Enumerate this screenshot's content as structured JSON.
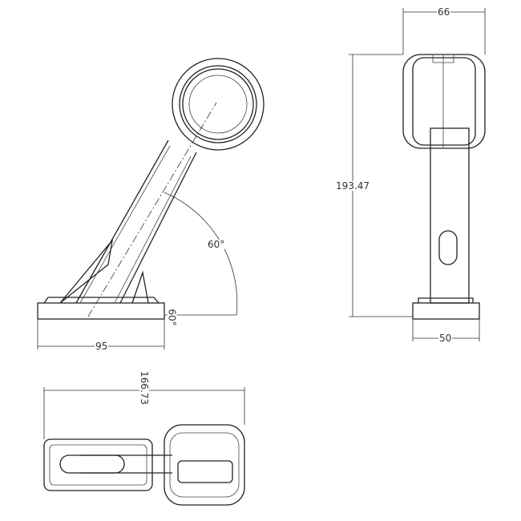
{
  "dimensions": {
    "width_top": "66",
    "height_total": "193.47",
    "angle_arm": "60°",
    "angle_base": "60°",
    "base_length": "95",
    "base_width": "50",
    "total_length": "166.73"
  }
}
